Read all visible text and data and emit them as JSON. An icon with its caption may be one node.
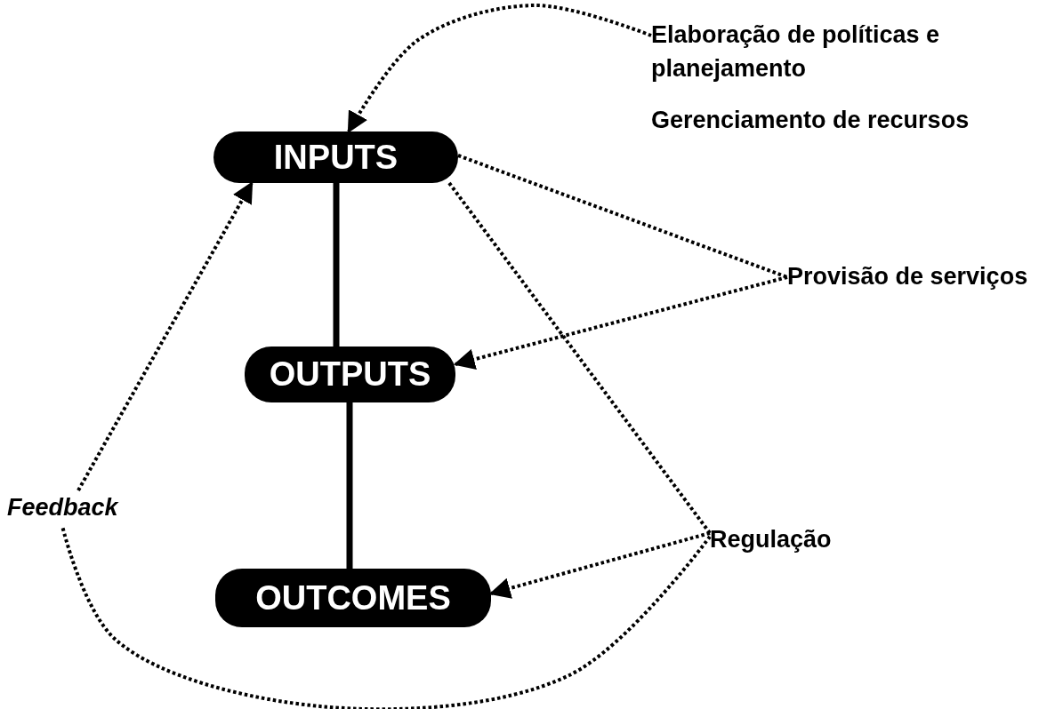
{
  "diagram": {
    "nodes": [
      {
        "text": [
          "INPUTS"
        ]
      },
      {
        "text": [
          "OUTPUTS"
        ]
      },
      {
        "text": [
          "OUTCOMES"
        ]
      },
      {
        "text": [
          "Elaboração de políticas e planejamento"
        ]
      },
      {
        "text": [
          "Provisão de serviços"
        ]
      },
      {
        "text": [
          "Regulação"
        ]
      },
      {
        "text": [
          "Feedback"
        ]
      }
    ],
    "edges": [
      {
        "from": 0,
        "to": 1,
        "arrow": "none"
      },
      {
        "from": 1,
        "to": 2,
        "arrow": "none"
      },
      {
        "from": 3,
        "to": 0,
        "arrow": "to",
        "style": "dashed"
      },
      {
        "from": 0,
        "to": 4,
        "arrow": "none",
        "style": "dashed"
      },
      {
        "from": 4,
        "to": 1,
        "arrow": "to",
        "style": "dashed"
      },
      {
        "from": 0,
        "to": 5,
        "arrow": "none",
        "style": "dashed"
      },
      {
        "from": 5,
        "to": 2,
        "arrow": "to",
        "style": "dashed"
      },
      {
        "from": 5,
        "to": 6,
        "arrow": "none",
        "style": "dashed"
      },
      {
        "from": 6,
        "to": 0,
        "arrow": "to",
        "style": "dashed"
      }
    ],
    "labels": [
      "Gerenciamento de recursos"
    ]
  }
}
